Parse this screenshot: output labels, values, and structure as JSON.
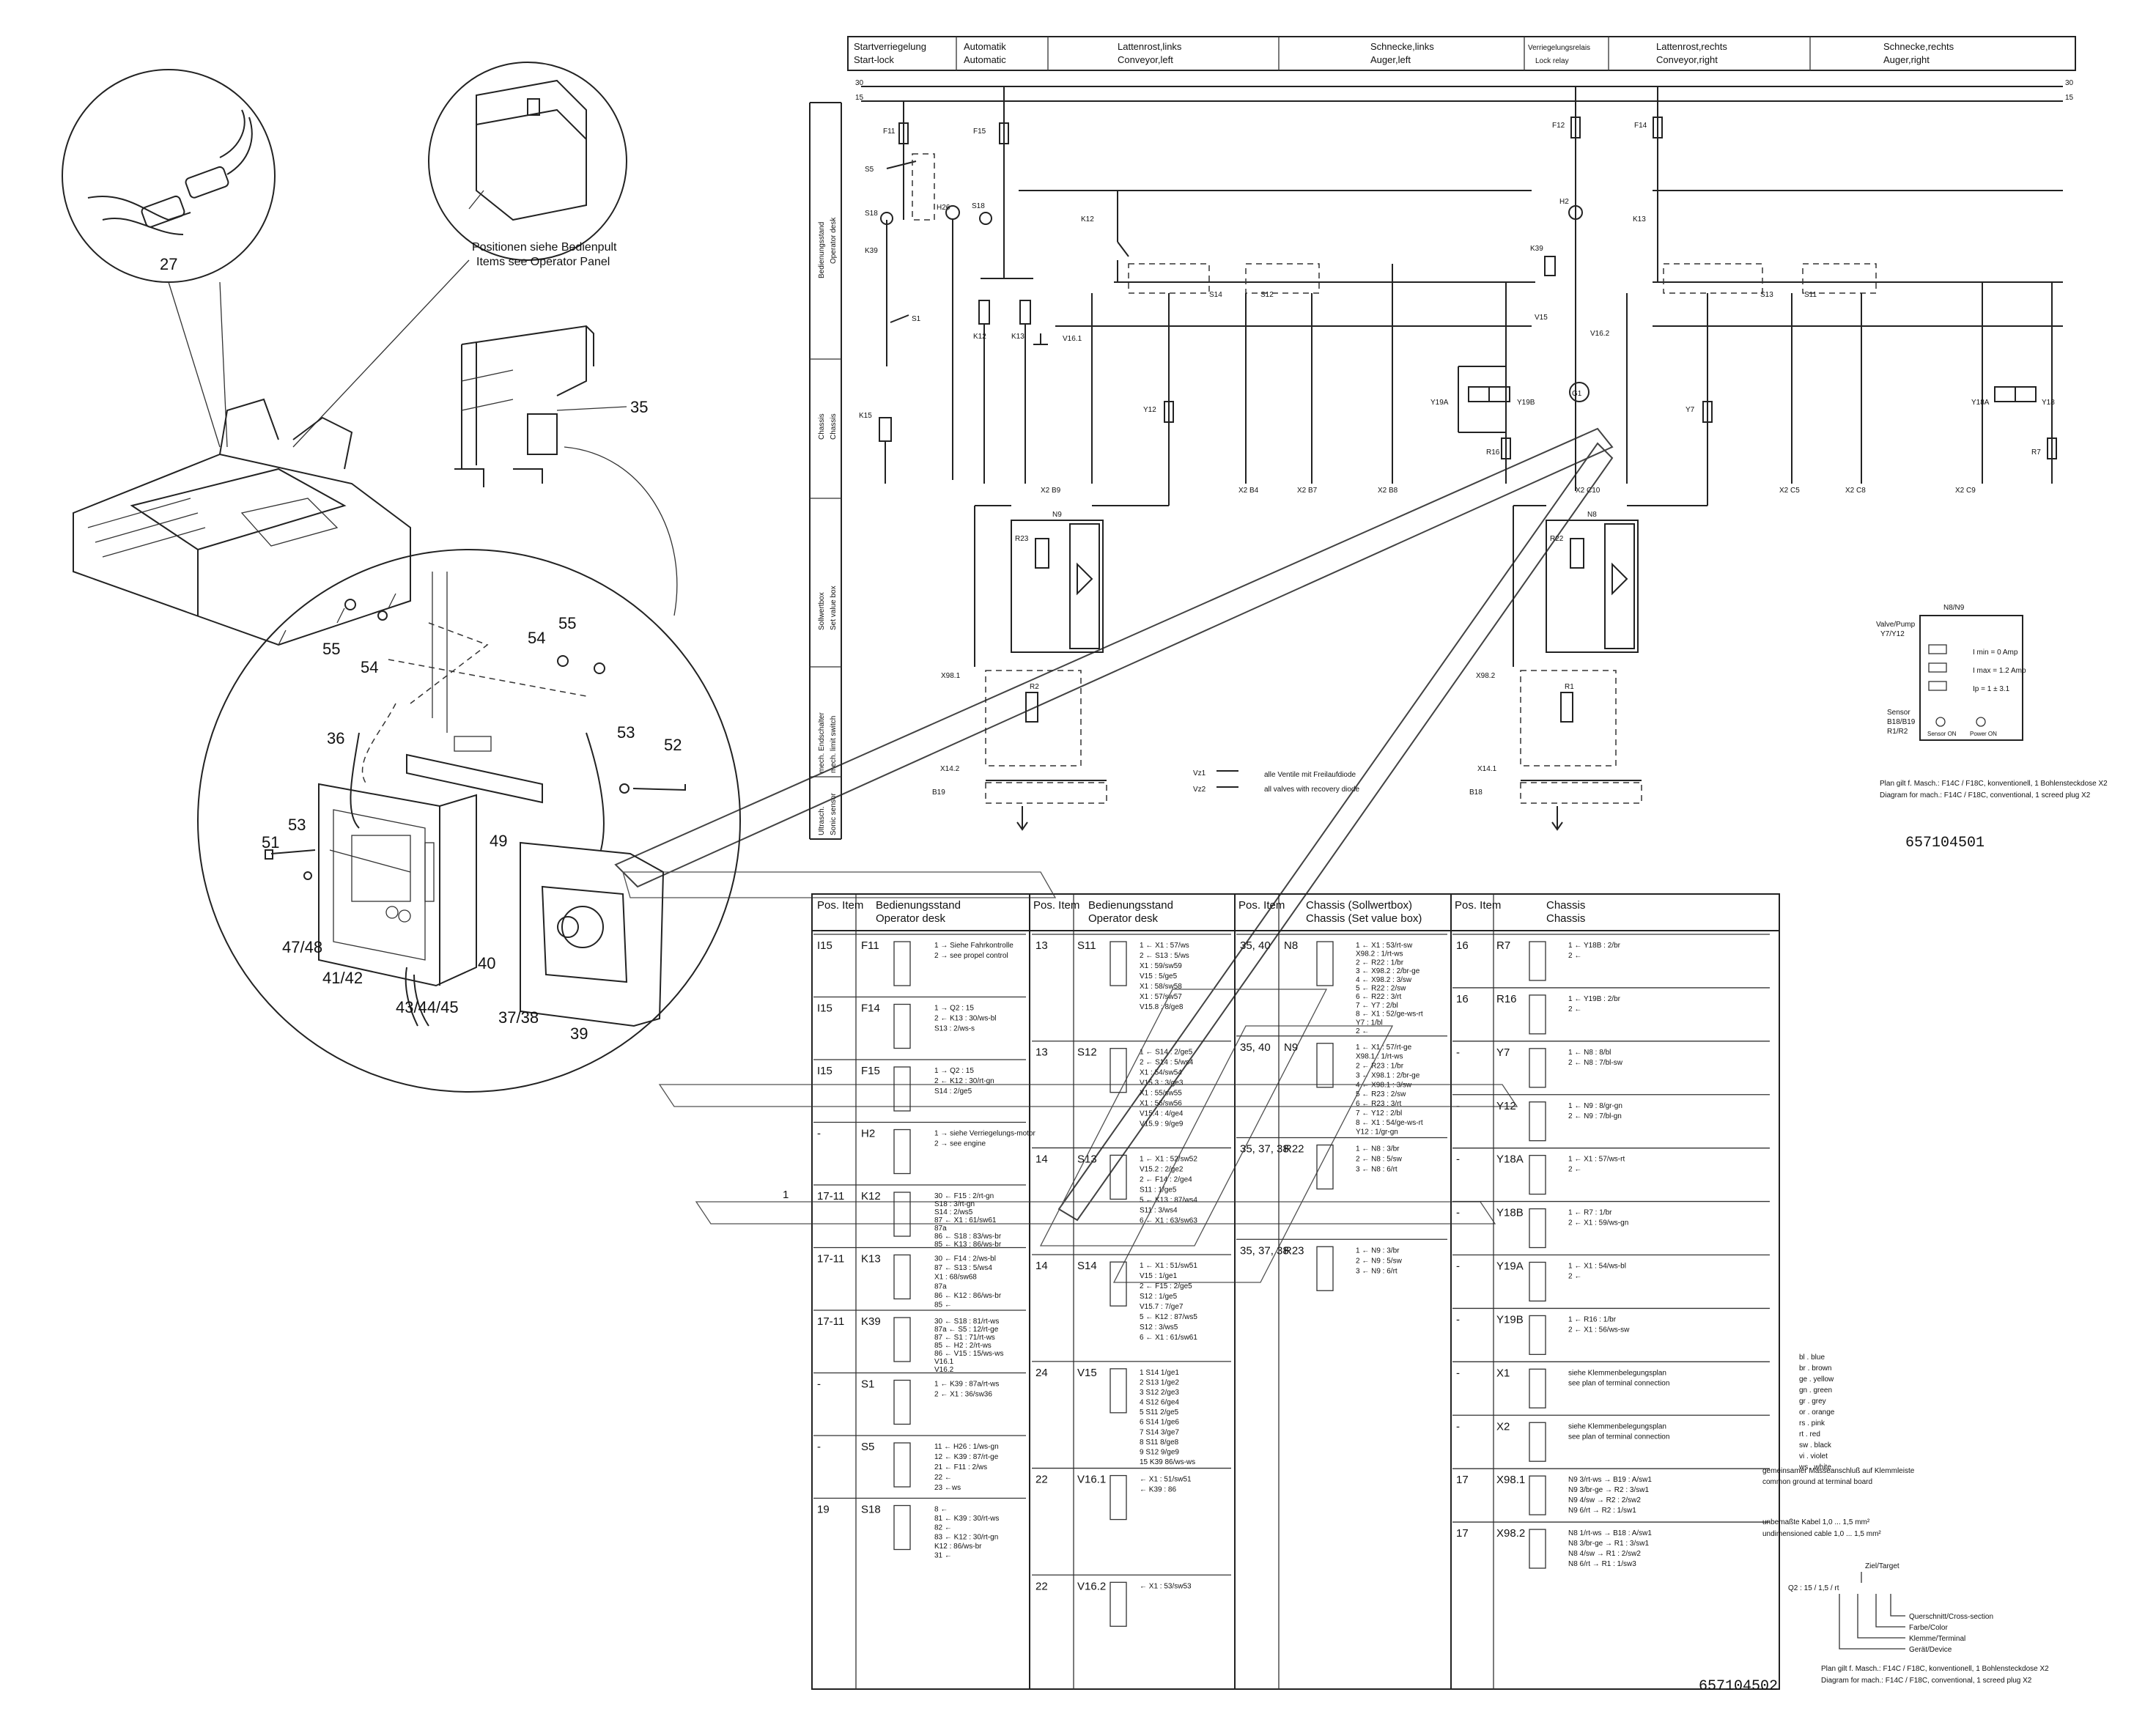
{
  "header": {
    "segments": [
      {
        "de": "Startverriegelung",
        "en": "Start-lock"
      },
      {
        "de": "Automatik",
        "en": "Automatic"
      },
      {
        "de": "Lattenrost,links",
        "en": "Conveyor,left"
      },
      {
        "de": "Schnecke,links",
        "en": "Auger,left"
      },
      {
        "de": "Verriegelungsrelais",
        "en": "Lock relay"
      },
      {
        "de": "Lattenrost,rechts",
        "en": "Conveyor,right"
      },
      {
        "de": "Schnecke,rechts",
        "en": "Auger,right"
      }
    ]
  },
  "side_labels": [
    {
      "de": "Bedienungsstand",
      "en": "Operator desk"
    },
    {
      "de": "Chassis",
      "en": "Chassis"
    },
    {
      "de": "Sollwertbox",
      "en": "Set value box"
    },
    {
      "de": "mech. Endschalter",
      "en": "mech. limit switch"
    },
    {
      "de": "Ultrasch.",
      "en": "Sonic sensor"
    }
  ],
  "rails": {
    "top1": "30",
    "top2": "15"
  },
  "callouts": {
    "c27": "27",
    "c35": "35",
    "c36": "36",
    "c51": "51",
    "c52": "52",
    "c53a": "53",
    "c53b": "53",
    "c54a": "54",
    "c54b": "54",
    "c55a": "55",
    "c55b": "55",
    "c39": "39",
    "c40": "40",
    "c4142": "41/42",
    "c4344": "43/44/45",
    "c4748": "47/48",
    "c3738": "37/38",
    "c49": "49"
  },
  "positions_note": {
    "de": "Positionen siehe Bedienpult",
    "en": "Items see Operator Panel"
  },
  "components": {
    "F11": "F11",
    "F15": "F15",
    "F12": "F12",
    "F14": "F14",
    "S5": "S5",
    "S18a": "S18",
    "S18b": "S18",
    "H26": "H26",
    "K39": "K39",
    "S1": "S1",
    "K15": "K15",
    "K12a": "K12",
    "K13a": "K13",
    "K12b": "K12",
    "K13b": "K13",
    "S14": "S14",
    "S12": "S12",
    "S13": "S13",
    "S11": "S11",
    "H2": "H2",
    "V15": "V15",
    "V161": "V16.1",
    "V162": "V16.2",
    "Y12": "Y12",
    "Y7": "Y7",
    "Y19A": "Y19A",
    "Y19B": "Y19B",
    "Y18A": "Y18A",
    "Y18": "Y18",
    "R16": "R16",
    "R7": "R7",
    "G1": "G1",
    "N9": "N9",
    "N8": "N8",
    "R23": "R23",
    "R22": "R22",
    "R2": "R2",
    "R1": "R1",
    "X981": "X98.1",
    "X982": "X98.2",
    "X142": "X14.2",
    "X141": "X14.1",
    "B19": "B19",
    "B18": "B18",
    "Vz1": "Vz1",
    "Vz2": "Vz2"
  },
  "connectors": {
    "x2_b9": "X2 B9",
    "x2_b4": "X2 B4",
    "x2_b7": "X2 B7",
    "x2_b8": "X2 B8",
    "x2_c10": "X2 C10",
    "x2_c5": "X2 C5",
    "x2_c8": "X2 C8",
    "x2_c9": "X2 C9"
  },
  "recovery_diode": {
    "de": "alle Ventile mit Freilaufdiode",
    "en": "all valves with recovery diode"
  },
  "n8n9_box": {
    "title": "N8/N9",
    "row1": "Valve/Pump",
    "row1b": "Y7/Y12",
    "row2": "I min = 0 Amp",
    "row3": "I max = 1.2 Amp",
    "row4": "Ip = 1 ± 3.1",
    "sensor": "Sensor",
    "sensor2": "B18/B19",
    "sensor3": "R1/R2",
    "led1": "Sensor ON",
    "led2": "Power ON"
  },
  "plan_note_top": {
    "de": "Plan gilt f. Masch.: F14C / F18C, konventionell, 1 Bohlensteckdose X2",
    "en": "Diagram for mach.: F14C / F18C, conventional, 1 screed plug X2"
  },
  "doc_no_top": "657104501",
  "doc_no_bottom": "657104502",
  "plan_note_bottom": {
    "de": "Plan gilt f. Masch.: F14C / F18C, konventionell, 1 Bohlensteckdose X2",
    "en": "Diagram for mach.: F14C / F18C, conventional, 1 screed plug X2"
  },
  "table": {
    "col_heads": [
      {
        "pos": "Pos. Item",
        "title_de": "Bedienungsstand",
        "title_en": "Operator desk"
      },
      {
        "pos": "Pos. Item",
        "title_de": "Bedienungsstand",
        "title_en": "Operator desk"
      },
      {
        "pos": "Pos. Item",
        "title_de": "Chassis (Sollwertbox)",
        "title_en": "Chassis (Set value box)"
      },
      {
        "pos": "Pos. Item",
        "title_de": "Chassis",
        "title_en": "Chassis"
      }
    ],
    "col1": [
      {
        "pos": "I15",
        "dev": "F11",
        "txt": "1 → Siehe Fahrkontrolle / 2 → see propel control"
      },
      {
        "pos": "I15",
        "dev": "F14",
        "txt": "1 → Q2 : 15 / 2 ← K13 : 30/ws-bl / S13 : 2/ws-s"
      },
      {
        "pos": "I15",
        "dev": "F15",
        "txt": "1 → Q2 : 15 / 2 ← K12 : 30/rt-gn / S14 : 2/ge5"
      },
      {
        "pos": "-",
        "dev": "H2",
        "txt": "1 → siehe Verriegelungs-motor / 2 → see engine"
      },
      {
        "pos": "17-11",
        "dev": "K12",
        "txt": "30 ← F15 : 2/rt-gn / S18 : 3/rt-gn / S14 : 2/ws5 / 87 ← X1 : 61/sw61 / 87a / 86 ← S18 : 83/ws-br / 85 ← K13 : 86/ws-br"
      },
      {
        "pos": "17-11",
        "dev": "K13",
        "txt": "30 ← F14 : 2/ws-bl / 87 ← S13 : 5/ws4 / X1 : 68/sw68 / 87a / 86 ← K12 : 86/ws-br / 85 ←"
      },
      {
        "pos": "17-11",
        "dev": "K39",
        "txt": "30 ← S18 : 81/rt-ws / 87a ← S5 : 12/rt-ge / 87 ← S1 : 71/rt-ws / 85 ← H2 : 2/rt-ws / 86 ← V15 : 15/ws-ws / V16.1 / V16.2"
      },
      {
        "pos": "-",
        "dev": "S1",
        "txt": "1 ← K39 : 87a/rt-ws / 2 ← X1 : 36/sw36"
      },
      {
        "pos": "-",
        "dev": "S5",
        "txt": "11 ← H26 : 1/ws-gn / 12 ← K39 : 87/rt-ge / 21 ← F11 : 2/ws / 22 ← / 23 ←ws"
      },
      {
        "pos": "19",
        "dev": "S18",
        "txt": "8 ← / 81 ← K39 : 30/rt-ws / 82 ← / 83 ← K12 : 30/rt-gn / K12 : 86/ws-br / 31 ←"
      }
    ],
    "col2": [
      {
        "pos": "13",
        "dev": "S11",
        "txt": "1 ← X1 : 57/ws / 2 ← S13 : 5/ws / X1 : 59/sw59 / V15 : 5/ge5 / X1 : 58/sw58 / X1 : 57/sw57 / V15.8 : 8/ge8"
      },
      {
        "pos": "13",
        "dev": "S12",
        "txt": "1 ← S14 : 2/ge5 / 2 ← S14 : 5/ws4 / X1 : 54/sw54 / V15.3 : 3/ge3 / X1 : 55/sw55 / X1 : 56/sw56 / V15.4 : 4/ge4 / V15.9 : 9/ge9"
      },
      {
        "pos": "14",
        "dev": "S13",
        "txt": "1 ← X1 : 52/sw52 / V15.2 : 2/ge2 / 2 ← F14 : 2/ge4 / S11 : 1/ge5 / 5 ← K13 : 87/ws4 / S11 : 3/ws4 / 6 ← X1 : 63/sw63"
      },
      {
        "pos": "14",
        "dev": "S14",
        "txt": "1 ← X1 : 51/sw51 / V15 : 1/ge1 / 2 ← F15 : 2/ge5 / S12 : 1/ge5 / V15.7 : 7/ge7 / 5 ← K12 : 87/ws5 / S12 : 3/ws5 / 6 ← X1 : 61/sw61"
      },
      {
        "pos": "24",
        "dev": "V15",
        "txt": "1 S14 1/ge1 / 2 S13 1/ge2 / 3 S12 2/ge3 / 4 S12 6/ge4 / 5 S11 2/ge5 / 6 S14 1/ge6 / 7 S14 3/ge7 / 8 S11 8/ge8 / 9 S12 9/ge9 / 15 K39 86/ws-ws"
      },
      {
        "pos": "22",
        "dev": "V16.1",
        "txt": "← X1 : 51/sw51 / ← K39 : 86"
      },
      {
        "pos": "22",
        "dev": "V16.2",
        "txt": "← X1 : 53/sw53"
      }
    ],
    "col3": [
      {
        "pos": "35, 40",
        "dev": "N8",
        "txt": "1 ← X1 : 53/rt-sw / X98.2 : 1/rt-ws / 2 ← R22 : 1/br / 3 ← X98.2 : 2/br-ge / 4 ← X98.2 : 3/sw / 5 ← R22 : 2/sw / 6 ← R22 : 3/rt / 7 ← Y7 : 2/bl / 8 ← X1 : 52/ge-ws-rt / Y7 : 1/bl / 2 ←"
      },
      {
        "pos": "35, 40",
        "dev": "N9",
        "txt": "1 ← X1 : 57/rt-ge / X98.1 : 1/rt-ws / 2 ← R23 : 1/br / 3 ← X98.1 : 2/br-ge / 4 ← X98.1 : 3/sw / 5 ← R23 : 2/sw / 6 ← R23 : 3/rt / 7 ← Y12 : 2/bl / 8 ← X1 : 54/ge-ws-rt / Y12 : 1/gr-gn"
      },
      {
        "pos": "35, 37, 38",
        "dev": "R22",
        "txt": "1 ← N8 : 3/br / 2 ← N8 : 5/sw / 3 ← N8 : 6/rt"
      },
      {
        "pos": "35, 37, 38",
        "dev": "R23",
        "txt": "1 ← N9 : 3/br / 2 ← N9 : 5/sw / 3 ← N9 : 6/rt"
      }
    ],
    "col4": [
      {
        "pos": "16",
        "dev": "R7",
        "txt": "1 ← Y18B : 2/br / 2 ←"
      },
      {
        "pos": "16",
        "dev": "R16",
        "txt": "1 ← Y19B : 2/br / 2 ←"
      },
      {
        "pos": "-",
        "dev": "Y7",
        "txt": "1 ← N8 : 8/bl / 2 ← N8 : 7/bl-sw"
      },
      {
        "pos": "-",
        "dev": "Y12",
        "txt": "1 ← N9 : 8/gr-gn / 2 ← N9 : 7/bl-gn"
      },
      {
        "pos": "-",
        "dev": "Y18A",
        "txt": "1 ← X1 : 57/ws-rt / 2 ←"
      },
      {
        "pos": "-",
        "dev": "Y18B",
        "txt": "1 ← R7 : 1/br / 2 ← X1 : 59/ws-gn"
      },
      {
        "pos": "-",
        "dev": "Y19A",
        "txt": "1 ← X1 : 54/ws-bl / 2 ←"
      },
      {
        "pos": "-",
        "dev": "Y19B",
        "txt": "1 ← R16 : 1/br / 2 ← X1 : 56/ws-sw"
      },
      {
        "pos": "-",
        "dev": "X1",
        "txt": "siehe Klemmenbelegungsplan / see plan of terminal connection"
      },
      {
        "pos": "-",
        "dev": "X2",
        "txt": "siehe Klemmenbelegungsplan / see plan of terminal connection"
      },
      {
        "pos": "17",
        "dev": "X98.1",
        "txt": "N9 3/rt-ws → B19 : A/sw1 / N9 3/br-ge → R2 : 3/sw1 / N9 4/sw → R2 : 2/sw2 / N9 6/rt → R2 : 1/sw1"
      },
      {
        "pos": "17",
        "dev": "X98.2",
        "txt": "N8 1/rt-ws → B18 : A/sw1 / N8 3/br-ge → R1 : 3/sw1 / N8 4/sw → R1 : 2/sw2 / N8 6/rt → R1 : 1/sw3"
      }
    ]
  },
  "color_legend": [
    "bl . blue",
    "br . brown",
    "ge . yellow",
    "gn . green",
    "gr . grey",
    "or . orange",
    "rs . pink",
    "rt . red",
    "sw . black",
    "vi . violet",
    "ws . white"
  ],
  "ground_note": {
    "de": "gemeinsamer Masseanschluß auf Klemmleiste",
    "en": "common ground at terminal board"
  },
  "cable_note": {
    "de": "unbemaßte Kabel 1,0 ... 1,5 mm²",
    "en": "undimensioned cable 1,0 ... 1,5 mm²"
  },
  "key": {
    "target": "Ziel/Target",
    "example": "Q2 : 15 / 1,5 / rt",
    "cross": "Querschnitt/Cross-section",
    "color": "Farbe/Color",
    "terminal": "Klemme/Terminal",
    "device": "Gerät/Device"
  },
  "margin_mark": "1"
}
